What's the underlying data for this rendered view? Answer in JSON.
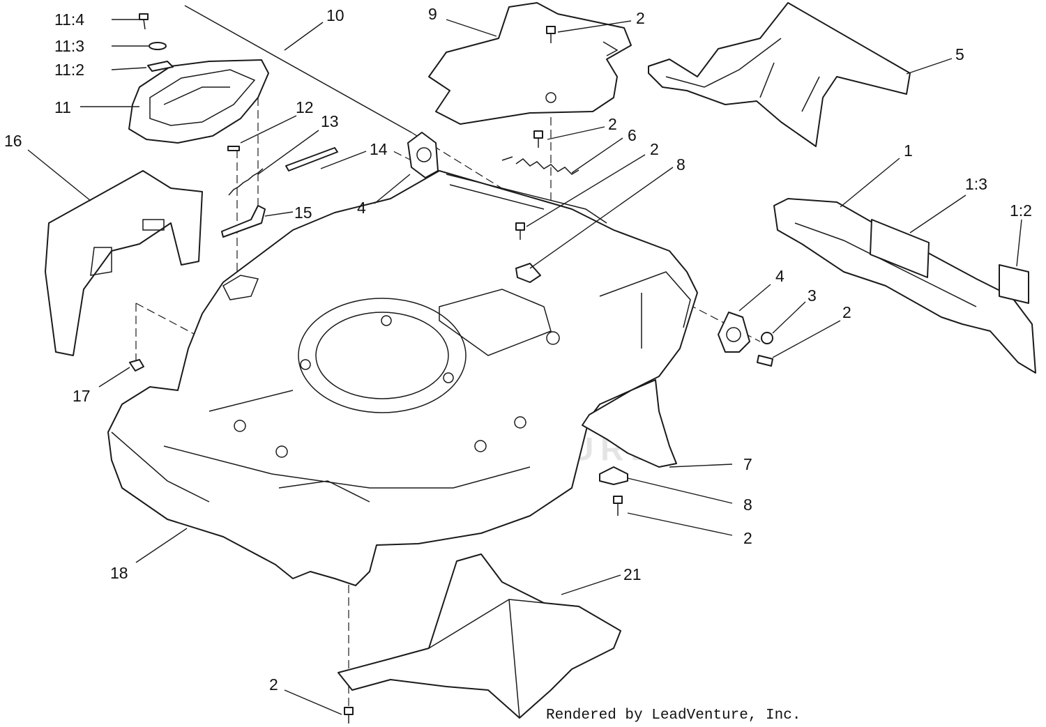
{
  "watermark": {
    "text": "LEADVENTURE"
  },
  "footer": {
    "credit": "Rendered by LeadVenture, Inc."
  },
  "callouts": [
    {
      "id": "c-11-4",
      "label": "11:4"
    },
    {
      "id": "c-11-3",
      "label": "11:3"
    },
    {
      "id": "c-11-2",
      "label": "11:2"
    },
    {
      "id": "c-11",
      "label": "11"
    },
    {
      "id": "c-16",
      "label": "16"
    },
    {
      "id": "c-10",
      "label": "10"
    },
    {
      "id": "c-12",
      "label": "12"
    },
    {
      "id": "c-13",
      "label": "13"
    },
    {
      "id": "c-14",
      "label": "14"
    },
    {
      "id": "c-15",
      "label": "15"
    },
    {
      "id": "c-4a",
      "label": "4"
    },
    {
      "id": "c-9",
      "label": "9"
    },
    {
      "id": "c-2a",
      "label": "2"
    },
    {
      "id": "c-2b",
      "label": "2"
    },
    {
      "id": "c-6",
      "label": "6"
    },
    {
      "id": "c-2c",
      "label": "2"
    },
    {
      "id": "c-8a",
      "label": "8"
    },
    {
      "id": "c-5",
      "label": "5"
    },
    {
      "id": "c-1",
      "label": "1"
    },
    {
      "id": "c-1-3",
      "label": "1:3"
    },
    {
      "id": "c-1-2",
      "label": "1:2"
    },
    {
      "id": "c-4b",
      "label": "4"
    },
    {
      "id": "c-3",
      "label": "3"
    },
    {
      "id": "c-2d",
      "label": "2"
    },
    {
      "id": "c-17",
      "label": "17"
    },
    {
      "id": "c-7",
      "label": "7"
    },
    {
      "id": "c-8b",
      "label": "8"
    },
    {
      "id": "c-2e",
      "label": "2"
    },
    {
      "id": "c-18",
      "label": "18"
    },
    {
      "id": "c-21",
      "label": "21"
    },
    {
      "id": "c-2f",
      "label": "2"
    }
  ]
}
